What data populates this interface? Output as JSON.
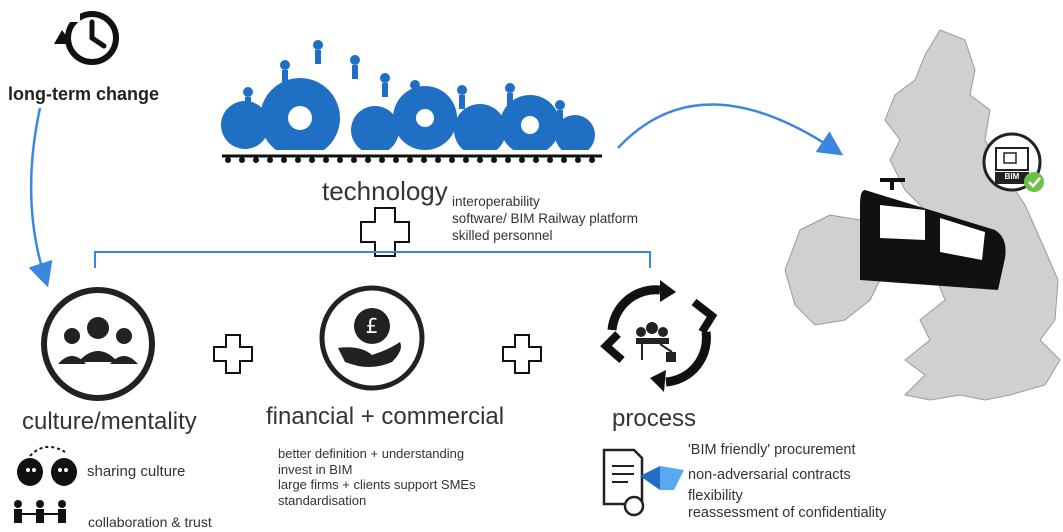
{
  "long_term_change": {
    "label": "long-term change"
  },
  "technology": {
    "label": "technology",
    "items": [
      "interoperability",
      "software/ BIM Railway platform",
      "skilled personnel"
    ]
  },
  "culture": {
    "label": "culture/mentality",
    "items": [
      "sharing culture",
      "collaboration & trust"
    ]
  },
  "financial": {
    "label": "financial + commercial",
    "items": [
      "better definition + understanding",
      "invest in BIM",
      "large firms + clients support SMEs",
      "standardisation"
    ]
  },
  "process": {
    "label": "process",
    "items": [
      "'BIM friendly' procurement",
      "non-adversarial contracts",
      "flexibility",
      "reassessment of confidentiality"
    ]
  },
  "bim_badge": {
    "label": "BIM"
  },
  "colors": {
    "accent_blue": "#3d86e0",
    "gear_blue": "#1f6fc4",
    "map_grey": "#cfcfcf",
    "dark": "#1c1c1c"
  }
}
